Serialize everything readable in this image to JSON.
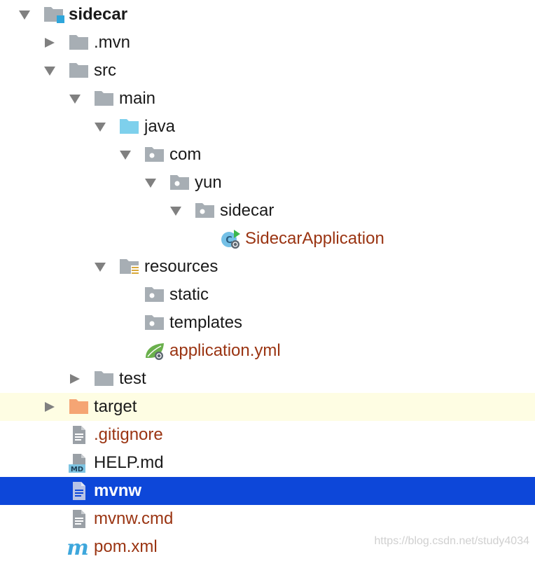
{
  "tree": {
    "root": {
      "label": "sidecar",
      "expanded": true
    },
    "items": [
      {
        "label": ".mvn",
        "icon": "folder-icon",
        "expanded": false
      },
      {
        "label": "src",
        "icon": "folder-icon",
        "expanded": true
      },
      {
        "label": "main",
        "icon": "folder-icon",
        "expanded": true
      },
      {
        "label": "java",
        "icon": "source-folder-icon",
        "expanded": true
      },
      {
        "label": "com",
        "icon": "package-icon",
        "expanded": true
      },
      {
        "label": "yun",
        "icon": "package-icon",
        "expanded": true
      },
      {
        "label": "sidecar",
        "icon": "package-icon",
        "expanded": true
      },
      {
        "label": "SidecarApplication",
        "icon": "spring-boot-class-icon",
        "color": "#9a3412"
      },
      {
        "label": "resources",
        "icon": "resources-folder-icon",
        "expanded": true
      },
      {
        "label": "static",
        "icon": "package-icon"
      },
      {
        "label": "templates",
        "icon": "package-icon"
      },
      {
        "label": "application.yml",
        "icon": "spring-config-icon",
        "color": "#9a3412"
      },
      {
        "label": "test",
        "icon": "folder-icon",
        "expanded": false
      },
      {
        "label": "target",
        "icon": "excluded-folder-icon",
        "expanded": false,
        "highlight": "#fefde3"
      },
      {
        "label": ".gitignore",
        "icon": "text-file-icon",
        "color": "#9a3412"
      },
      {
        "label": "HELP.md",
        "icon": "markdown-file-icon"
      },
      {
        "label": "mvnw",
        "icon": "text-file-icon",
        "selected": true,
        "selection_color": "#0d47d9"
      },
      {
        "label": "mvnw.cmd",
        "icon": "text-file-icon",
        "color": "#9a3412"
      },
      {
        "label": "pom.xml",
        "icon": "maven-icon",
        "color": "#9a3412"
      }
    ],
    "md_badge": "MD",
    "maven_glyph": "m"
  },
  "watermark": "https://blog.csdn.net/study4034"
}
